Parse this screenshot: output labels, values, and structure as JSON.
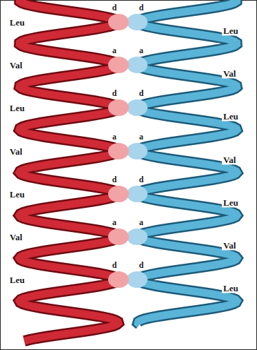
{
  "diagram": {
    "labels": [
      "Leu",
      "d",
      "d",
      "Leu",
      "Val",
      "a",
      "a",
      "Val",
      "Leu",
      "d",
      "d",
      "Leu",
      "Val",
      "a",
      "a",
      "Val",
      "Leu",
      "d",
      "d",
      "Leu",
      "Val",
      "a",
      "a",
      "Val",
      "Leu",
      "d",
      "d",
      "Leu"
    ]
  }
}
